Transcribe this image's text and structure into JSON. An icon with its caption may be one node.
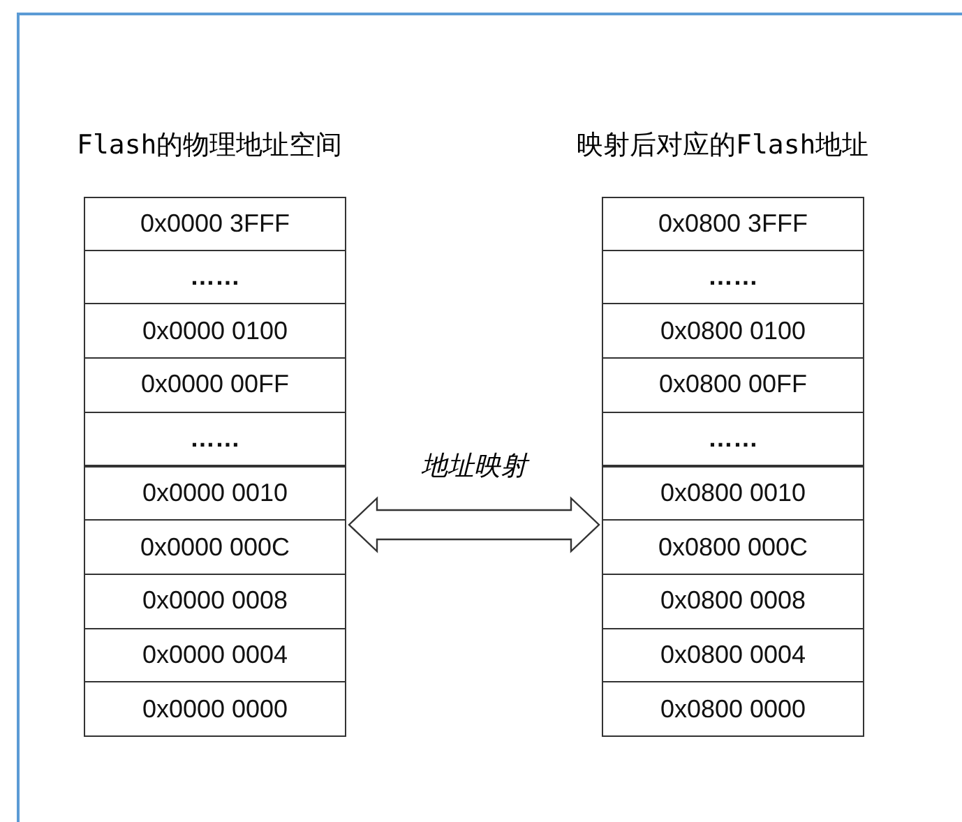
{
  "diagram": {
    "nodes": [
      {
        "text": [
          "Flash的物理地址空间"
        ]
      },
      {
        "text": [
          "0x0000 3FFF"
        ],
        "in": 0
      },
      {
        "text": [
          "……"
        ],
        "in": 0
      },
      {
        "text": [
          "0x0000 0100"
        ],
        "in": 0
      },
      {
        "text": [
          "0x0000 00FF"
        ],
        "in": 0
      },
      {
        "text": [
          "……"
        ],
        "in": 0
      },
      {
        "text": [
          "0x0000 0010"
        ],
        "in": 0
      },
      {
        "text": [
          "0x0000 000C"
        ],
        "in": 0
      },
      {
        "text": [
          "0x0000 0008"
        ],
        "in": 0
      },
      {
        "text": [
          "0x0000 0004"
        ],
        "in": 0
      },
      {
        "text": [
          "0x0000 0000"
        ],
        "in": 0
      },
      {
        "text": [
          "映射后对应的Flash地址"
        ]
      },
      {
        "text": [
          "0x0800 3FFF"
        ],
        "in": 11
      },
      {
        "text": [
          "……"
        ],
        "in": 11
      },
      {
        "text": [
          "0x0800 0100"
        ],
        "in": 11
      },
      {
        "text": [
          "0x0800 00FF"
        ],
        "in": 11
      },
      {
        "text": [
          "……"
        ],
        "in": 11
      },
      {
        "text": [
          "0x0800 0010"
        ],
        "in": 11
      },
      {
        "text": [
          "0x0800 000C"
        ],
        "in": 11
      },
      {
        "text": [
          "0x0800 0008"
        ],
        "in": 11
      },
      {
        "text": [
          "0x0800 0004"
        ],
        "in": 11
      },
      {
        "text": [
          "0x0800 0000"
        ],
        "in": 11
      }
    ],
    "edges": [
      {
        "from": 0,
        "to": 11,
        "arrow": "both",
        "label": "地址映射"
      }
    ]
  }
}
